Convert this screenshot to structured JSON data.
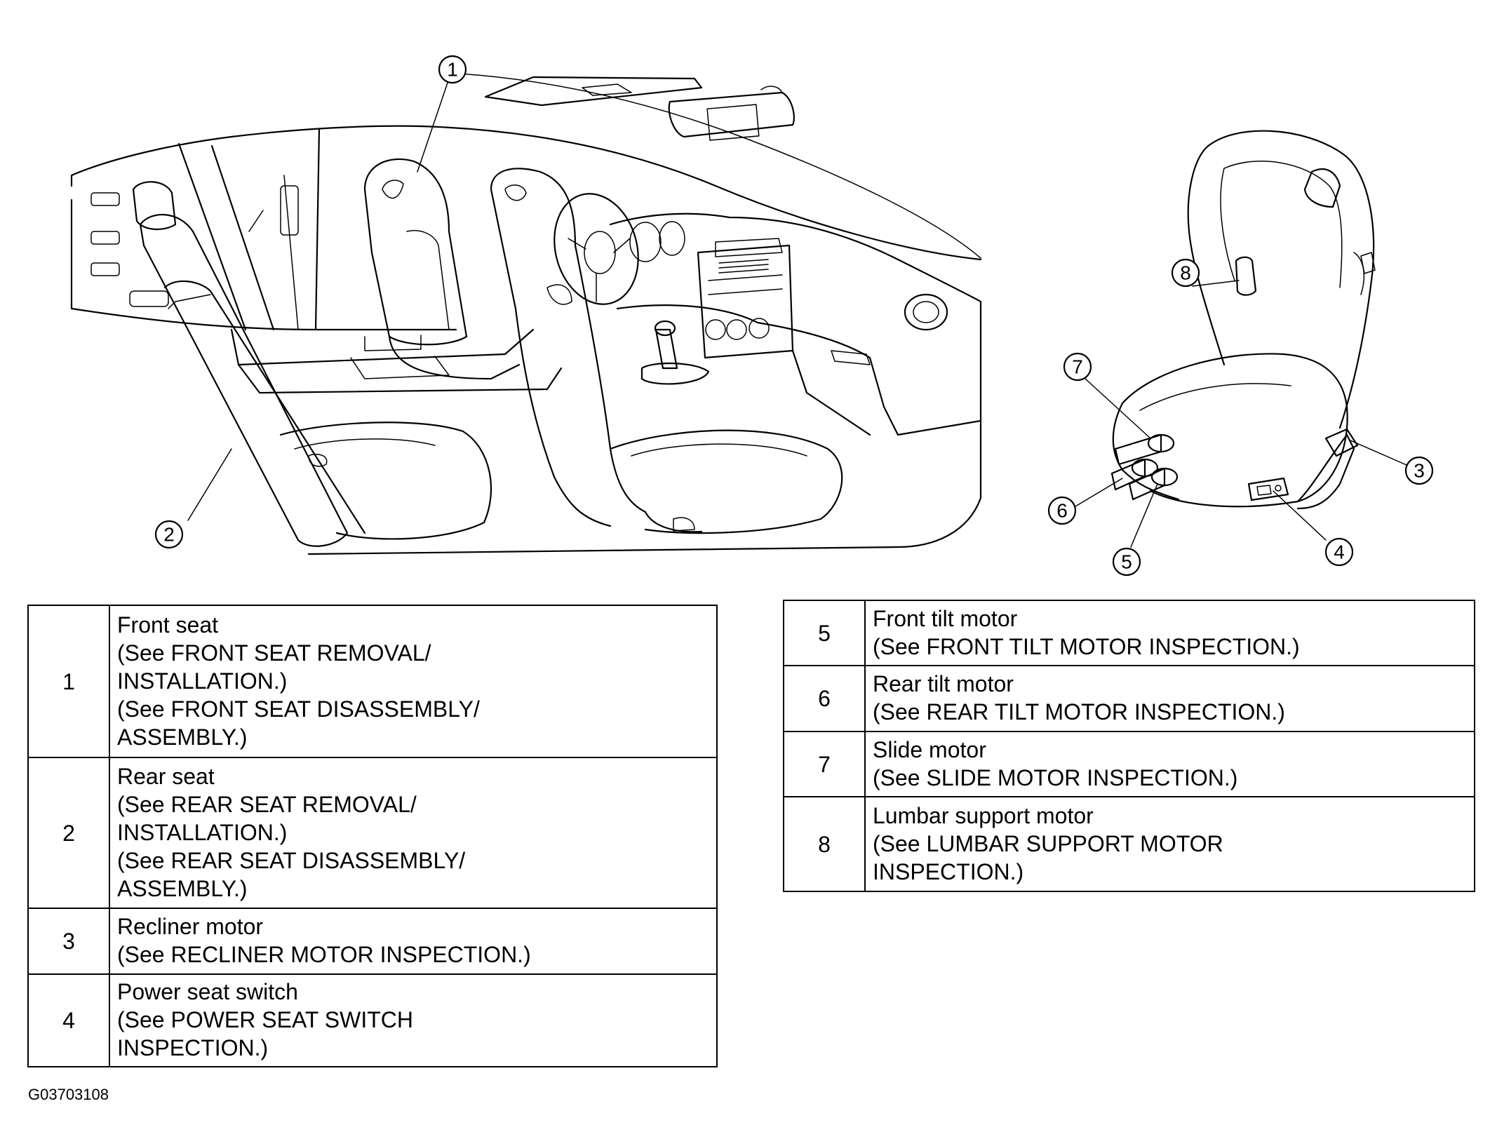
{
  "callouts": {
    "c1": "1",
    "c2": "2",
    "c3": "3",
    "c4": "4",
    "c5": "5",
    "c6": "6",
    "c7": "7",
    "c8": "8"
  },
  "parts_table_left": [
    {
      "number": "1",
      "lines": [
        "Front seat",
        "(See FRONT SEAT REMOVAL/",
        "INSTALLATION.)",
        "(See FRONT SEAT DISASSEMBLY/",
        "ASSEMBLY.)"
      ]
    },
    {
      "number": "2",
      "lines": [
        "Rear seat",
        "(See  REAR SEAT REMOVAL/",
        "INSTALLATION.)",
        "(See REAR SEAT DISASSEMBLY/",
        "ASSEMBLY.)"
      ]
    },
    {
      "number": "3",
      "lines": [
        "Recliner motor",
        "(See RECLINER MOTOR INSPECTION.)"
      ]
    },
    {
      "number": "4",
      "lines": [
        "Power seat switch",
        "(See POWER SEAT SWITCH",
        "INSPECTION.)"
      ]
    }
  ],
  "parts_table_right": [
    {
      "number": "5",
      "lines": [
        "Front tilt motor",
        "(See FRONT TILT MOTOR INSPECTION.)"
      ]
    },
    {
      "number": "6",
      "lines": [
        "Rear tilt motor",
        "(See REAR TILT MOTOR INSPECTION.)"
      ]
    },
    {
      "number": "7",
      "lines": [
        "Slide motor",
        "(See SLIDE MOTOR INSPECTION.)"
      ]
    },
    {
      "number": "8",
      "lines": [
        "Lumbar support motor",
        "(See LUMBAR SUPPORT MOTOR",
        "INSPECTION.)"
      ]
    }
  ],
  "figure_id": "G03703108"
}
